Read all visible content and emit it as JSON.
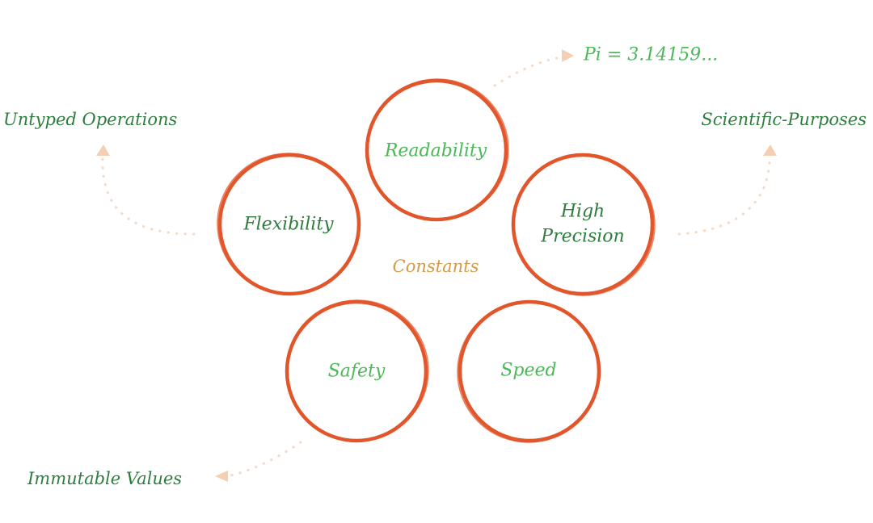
{
  "colors": {
    "ring": "#e2562b",
    "dark_green": "#2e7d3f",
    "light_green": "#4db85a",
    "center_text": "#d49a4a",
    "connector": "#f6d9c4",
    "arrowhead": "#f4cfb3"
  },
  "diagram": {
    "center_label": "Constants",
    "nodes": [
      {
        "id": "readability",
        "label": "Readability",
        "tone": "light"
      },
      {
        "id": "flexibility",
        "label": "Flexibility",
        "tone": "dark"
      },
      {
        "id": "precision",
        "label_line1": "High",
        "label_line2": "Precision",
        "tone": "dark"
      },
      {
        "id": "safety",
        "label": "Safety",
        "tone": "light"
      },
      {
        "id": "speed",
        "label": "Speed",
        "tone": "light"
      }
    ],
    "annotations": {
      "pi": "Pi = 3.14159...",
      "untyped": "Untyped Operations",
      "scientific": "Scientific-Purposes",
      "immutable": "Immutable Values"
    }
  }
}
